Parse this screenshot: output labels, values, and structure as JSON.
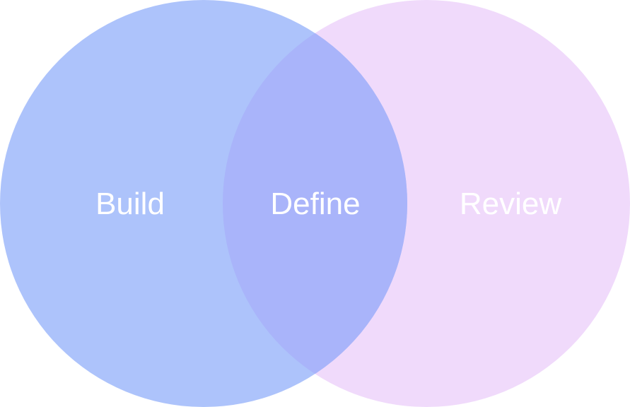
{
  "diagram": {
    "type": "venn",
    "sets": [
      {
        "label": "Build",
        "color": "#adc3fb"
      },
      {
        "label": "Review",
        "color": "#f0dafb"
      }
    ],
    "intersection": {
      "label": "Define",
      "color": "#a9b4fa"
    }
  }
}
